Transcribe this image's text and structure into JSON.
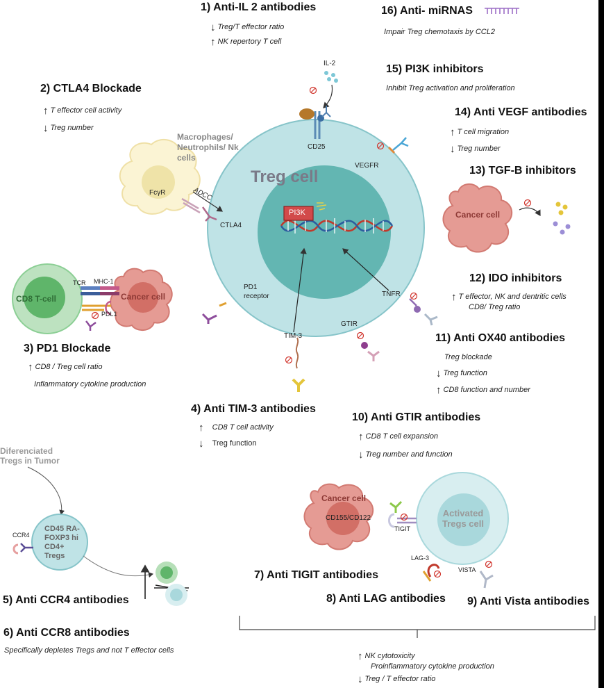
{
  "colors": {
    "treg_cell": "#bfe3e6",
    "treg_nucleus": "#63b6b2",
    "cancer_cell": "#e59b94",
    "cd8_cell": "#8ccf95",
    "macrophage": "#fbf4d4",
    "pi3k_box": "#d24a4a",
    "inhibit_symbol": "#d0342c"
  },
  "titles": {
    "t1": "1)  Anti-IL 2 antibodies",
    "t2": "2) CTLA4 Blockade",
    "t3": "3) PD1 Blockade",
    "t4": "4) Anti TIM-3 antibodies",
    "t5": "5) Anti CCR4 antibodies",
    "t6": "6) Anti CCR8 antibodies",
    "t7": "7) Anti TIGIT antibodies",
    "t8": "8) Anti LAG antibodies",
    "t9": "9) Anti Vista antibodies",
    "t10": "10) Anti GTIR antibodies",
    "t11": "11) Anti OX40 antibodies",
    "t12": "12) IDO inhibitors",
    "t13": "13) TGF-B inhibitors",
    "t14": "14) Anti VEGF antibodies",
    "t15": "15) PI3K inhibitors",
    "t16": "16) Anti- miRNAS"
  },
  "notes": {
    "n1a": "Treg/T effector ratio",
    "n1b": "NK repertory T cell",
    "n2a": "T effector cell activity",
    "n2b": "Treg number",
    "n3a": "CD8 / Treg cell ratio",
    "n3b": "Inflammatory cytokine production",
    "n4a": "CD8 T cell activity",
    "n4b": "Treg function",
    "n6a": "Specifically depletes Tregs and not T effector cells",
    "n10a": "CD8 T cell expansion",
    "n10b": "Treg number and function",
    "n11a": "Treg blockade",
    "n11b": "Treg function",
    "n11c": "CD8 function and number",
    "n12a": "T effector, NK and dentritic cells",
    "n12b": "CD8/ Treg ratio",
    "n14a": "T cell migration",
    "n14b": "Treg number",
    "n15a": "Inhibit Treg activation and proliferation",
    "n16a": "Impair Treg chemotaxis by CCL2",
    "bottom_a": "NK cytotoxicity",
    "bottom_b": "Proinflammatory cytokine production",
    "bottom_c": "Treg / T effector ratio"
  },
  "labels": {
    "treg_cell": "Treg cell",
    "pi3k": "PI3K",
    "il2": "IL-2",
    "cd25": "CD25",
    "vegfr": "VEGFR",
    "ctla4": "CTLA4",
    "adcc": "ADCC",
    "fcgr": "FcγR",
    "macrophages": "Macrophages/",
    "neutrophils": "Neutrophils/ Nk",
    "cells": "cells",
    "pd1_receptor_1": "PD1",
    "pd1_receptor_2": "receptor",
    "tnfr": "TNFR",
    "gtir": "GTIR",
    "tim3": "TIM-3",
    "cancer_cell": "Cancer cell",
    "cd8_tcell": "CD8 T-cell",
    "tcr": "TCR",
    "mhc1": "MHC-1",
    "pdl1": "PDL1",
    "diff_tregs_1": "Diferenciated",
    "diff_tregs_2": "Tregs in Tumor",
    "ccr4": "CCR4",
    "cd45_1": "CD45 RA-",
    "cd45_2": "FOXP3 hi",
    "cd45_3": "CD4+",
    "cd45_4": "Tregs",
    "cd155": "CD155/CD122",
    "tigit": "TIGIT",
    "activated_1": "Activated",
    "activated_2": "Tregs cell",
    "lag3": "LAG-3",
    "vista": "VISTA"
  }
}
